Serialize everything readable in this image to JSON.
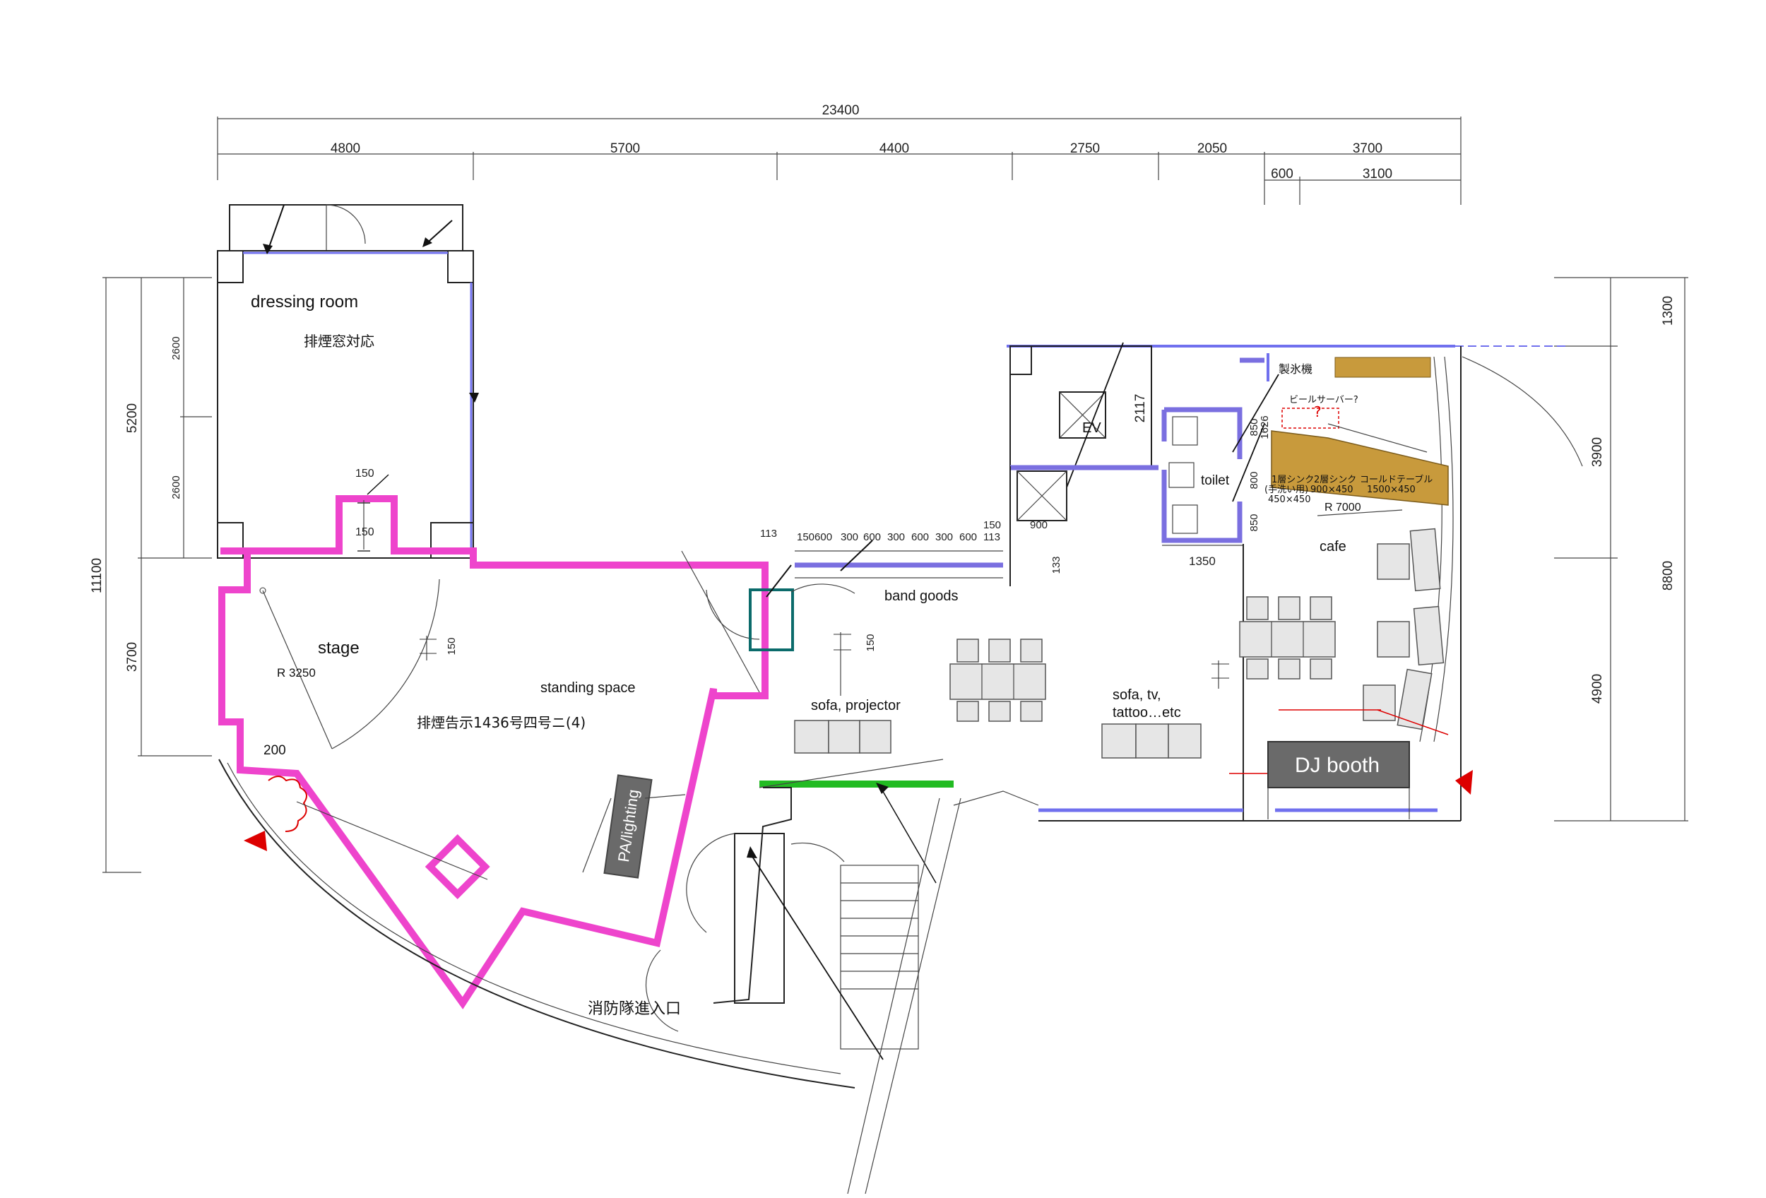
{
  "dimensions": {
    "top_total": "23400",
    "top_segments": [
      "4800",
      "5700",
      "4400",
      "2750",
      "2050",
      "3700"
    ],
    "top_sub": [
      "600",
      "3100"
    ],
    "left_outer": "11100",
    "left_mid": [
      "5200",
      "3700"
    ],
    "left_inner": [
      "2600",
      "2600"
    ],
    "right_outer": "8800",
    "right_mid": [
      "1300",
      "3900",
      "4900"
    ],
    "row_small": [
      "113",
      "150600",
      "300",
      "600",
      "300",
      "600",
      "300",
      "600",
      "113"
    ],
    "misc": {
      "d150a": "150",
      "d150b": "150",
      "d150c": "150",
      "d150d": "150",
      "d150e": "150",
      "d900": "900",
      "d133": "133",
      "d2117": "2117",
      "d1350": "1350",
      "d850a": "850",
      "d850b": "850",
      "d800": "800",
      "d1626": "1626",
      "d200": "200",
      "r3250": "R 3250",
      "r7000": "R 7000"
    }
  },
  "labels": {
    "dressing_room": "dressing room",
    "smoke_window": "排煙窓対応",
    "stage": "stage",
    "standing_space": "standing space",
    "smoke_notice": "排煙告示1436号四号ニ(4)",
    "pa_lighting": "PA/lighting",
    "band_goods": "band goods",
    "sofa_projector": "sofa, projector",
    "sofa_tv_line1": "sofa, tv,",
    "sofa_tv_line2": "tattoo…etc",
    "ev": "EV",
    "toilet": "toilet",
    "cafe": "cafe",
    "dj_booth": "DJ booth",
    "ice_machine": "製氷機",
    "beer_server": "ビールサーバー?",
    "question": "?",
    "sink1_line1": "1層シンク",
    "sink1_line2": "(手洗い用)",
    "sink1_line3": "450×450",
    "sink2_line1": "2層シンク",
    "sink2_line2": "900×450",
    "cold_table_line1": "コールドテーブル",
    "cold_table_line2": "1500×450",
    "fire_entrance": "消防隊進入口"
  },
  "colors": {
    "pink_wall": "#ee44cc",
    "blue_wall": "#7070ee",
    "green_bar": "#22bb22",
    "wood": "#c89a3c",
    "marker_red": "#dd0000",
    "dj_booth_fill": "#6a6a6a"
  }
}
